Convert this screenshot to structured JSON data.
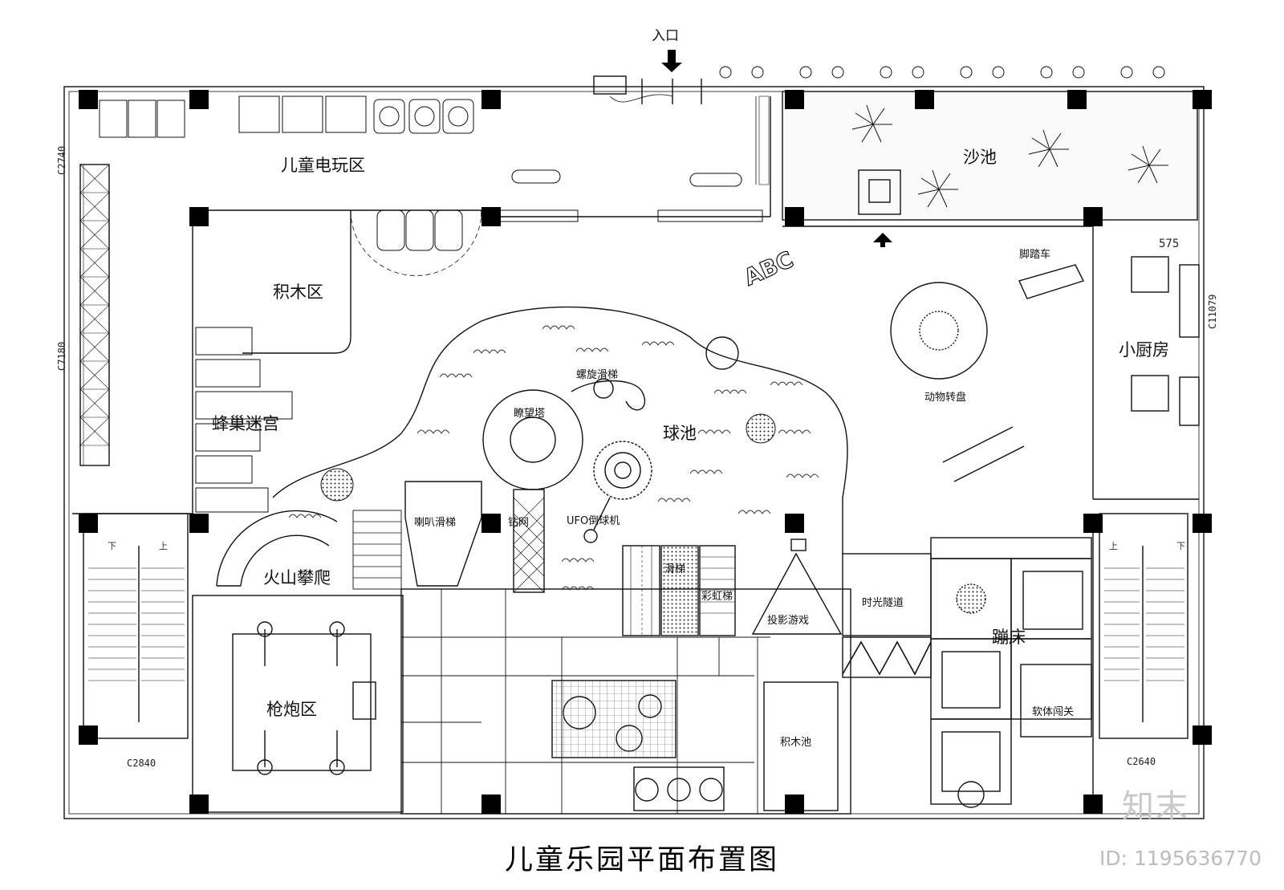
{
  "title": "儿童乐园平面布置图",
  "entrance_label": "入口",
  "zones": {
    "arcade": "儿童电玩区",
    "sand_pool": "沙池",
    "blocks": "积木区",
    "hive_maze": "蜂巢迷宫",
    "volcano": "火山攀爬",
    "gun_zone": "枪炮区",
    "watch_tower": "瞭望塔",
    "spiral_slide": "螺旋滑梯",
    "ball_pool": "球池",
    "ufo": "UFO倒球机",
    "horn_slide": "喇叭滑梯",
    "drill_net": "钻网",
    "slide": "滑梯",
    "rainbow_ladder": "彩虹梯",
    "projection": "投影游戏",
    "time_tunnel": "时光隧道",
    "trampoline": "蹦床",
    "soft_gate": "软体闯关",
    "block_pool": "积木池",
    "animal_carousel": "动物转盘",
    "pedal_car": "脚踏车",
    "kitchen": "小厨房",
    "abc": "ABC"
  },
  "dimensions": {
    "c2740": "C2740",
    "c7180": "C7180",
    "c11079": "C11079",
    "c2840": "C2840",
    "c2640": "C2640",
    "d575": "575"
  },
  "stairs": {
    "down": "下",
    "up": "上"
  },
  "watermark": {
    "logo": "知末",
    "id": "ID: 1195636770"
  }
}
